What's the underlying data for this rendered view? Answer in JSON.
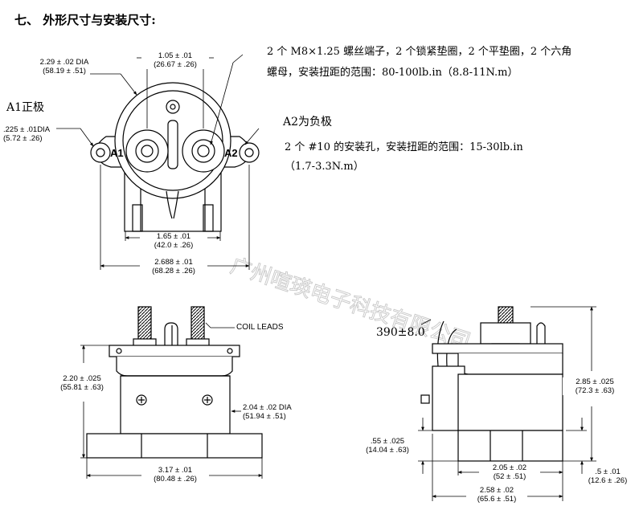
{
  "section_title": "七、 外形尺寸与安装尺寸:",
  "notes": {
    "terminals_line1": "2 个 M8×1.25 螺丝端子，2 个锁紧垫圈，2 个平垫圈，2 个六角",
    "terminals_line2": "螺母，安装扭距的范围：80-100lb.in（8.8-11N.m）",
    "a1_label": "A1正极",
    "a2_label": "A2为负极",
    "holes_line1": "2 个 #10 的安装孔，安装扭距的范围：15-30lb.in",
    "holes_line2": "（1.7-3.3N.m）"
  },
  "top_view": {
    "dia_in": "2.29 ± .02 DIA",
    "dia_mm": "(58.19 ± .51)",
    "span_in": "1.05 ± .01",
    "span_mm": "(26.67 ± .26)",
    "hole_in": ".225 ± .01DIA",
    "hole_mm": "(5.72 ± .26)",
    "inner_in": "1.65 ± .01",
    "inner_mm": "(42.0 ± .26)",
    "outer_in": "2.688 ± .01",
    "outer_mm": "(68.28 ± .26)",
    "term_a1": "A1",
    "term_a2": "A2"
  },
  "front_view": {
    "coil_leads": "COIL LEADS",
    "height_in": "2.20 ± .025",
    "height_mm": "(55.81 ± .63)",
    "dia_in": "2.04 ± .02 DIA",
    "dia_mm": "(51.94 ± .51)",
    "width_in": "3.17 ± .01",
    "width_mm": "(80.48 ± .26)"
  },
  "side_view": {
    "lead_length": "390±8.0",
    "height_in": "2.85 ± .025",
    "height_mm": "(72.3 ± .63)",
    "base_in": ".55 ± .025",
    "base_mm": "(14.04 ± .63)",
    "foot_in": "2.05 ± .02",
    "foot_mm": "(52 ± .51)",
    "bottom_in": ".5 ± .01",
    "bottom_mm": "(12.6 ± .26)",
    "total_in": "2.58 ± .02",
    "total_mm": "(65.6 ± .51)"
  },
  "watermark": "广州喧瑛电子科技有限公司",
  "colors": {
    "line": "#000000",
    "watermark": "#c8c8c8"
  }
}
